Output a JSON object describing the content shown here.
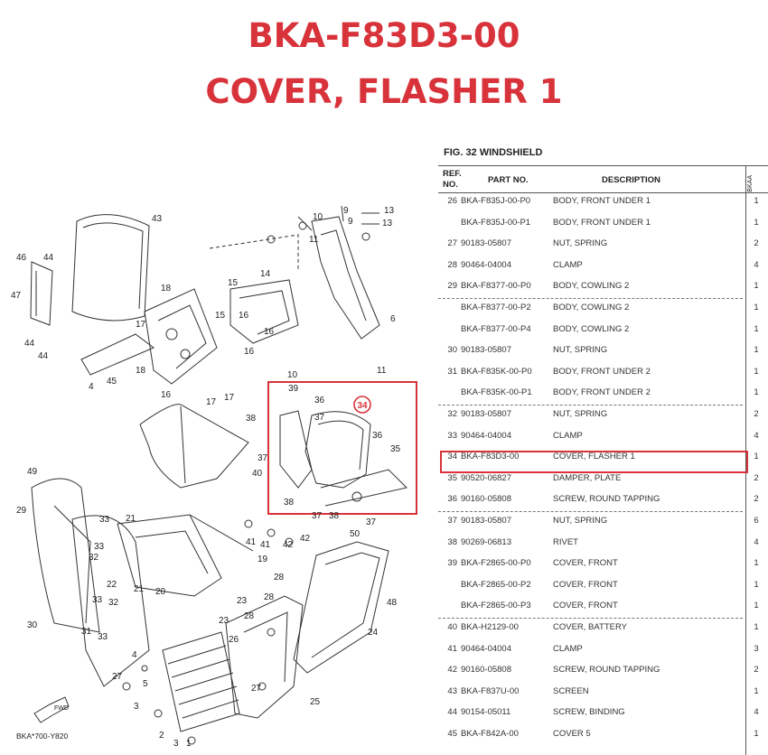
{
  "header": {
    "part_number": "BKA-F83D3-00",
    "part_name": "COVER, FLASHER 1"
  },
  "figure": {
    "caption": "FIG. 32  WINDSHIELD",
    "diagram_code": "BKA*700-Y820",
    "fwd_label": "FWD",
    "callout": "34"
  },
  "table": {
    "col_ref": "REF.",
    "col_ref2": "NO.",
    "col_part": "PART NO.",
    "col_desc": "DESCRIPTION",
    "col_qty": "BKAA",
    "rows": [
      {
        "ref": "26",
        "pn": "BKA-F835J-00-P0",
        "desc": "BODY, FRONT UNDER 1",
        "qty": "1"
      },
      {
        "ref": "",
        "pn": "BKA-F835J-00-P1",
        "desc": "BODY, FRONT UNDER 1",
        "qty": "1"
      },
      {
        "ref": "27",
        "pn": "90183-05807",
        "desc": "NUT, SPRING",
        "qty": "2"
      },
      {
        "ref": "28",
        "pn": "90464-04004",
        "desc": "CLAMP",
        "qty": "4"
      },
      {
        "ref": "29",
        "pn": "BKA-F8377-00-P0",
        "desc": "BODY, COWLING 2",
        "qty": "1"
      },
      {
        "ref": "",
        "pn": "BKA-F8377-00-P2",
        "desc": "BODY, COWLING 2",
        "qty": "1"
      },
      {
        "ref": "",
        "pn": "BKA-F8377-00-P4",
        "desc": "BODY, COWLING 2",
        "qty": "1"
      },
      {
        "ref": "30",
        "pn": "90183-05807",
        "desc": "NUT, SPRING",
        "qty": "1"
      },
      {
        "ref": "31",
        "pn": "BKA-F835K-00-P0",
        "desc": "BODY, FRONT UNDER 2",
        "qty": "1"
      },
      {
        "ref": "",
        "pn": "BKA-F835K-00-P1",
        "desc": "BODY, FRONT UNDER 2",
        "qty": "1"
      },
      {
        "ref": "32",
        "pn": "90183-05807",
        "desc": "NUT, SPRING",
        "qty": "2"
      },
      {
        "ref": "33",
        "pn": "90464-04004",
        "desc": "CLAMP",
        "qty": "4"
      },
      {
        "ref": "34",
        "pn": "BKA-F83D3-00",
        "desc": "COVER, FLASHER 1",
        "qty": "1"
      },
      {
        "ref": "35",
        "pn": "90520-06827",
        "desc": "DAMPER, PLATE",
        "qty": "2"
      },
      {
        "ref": "36",
        "pn": "90160-05808",
        "desc": "SCREW, ROUND TAPPING",
        "qty": "2"
      },
      {
        "ref": "37",
        "pn": "90183-05807",
        "desc": "NUT, SPRING",
        "qty": "6"
      },
      {
        "ref": "38",
        "pn": "90269-06813",
        "desc": "RIVET",
        "qty": "4"
      },
      {
        "ref": "39",
        "pn": "BKA-F2865-00-P0",
        "desc": "COVER, FRONT",
        "qty": "1"
      },
      {
        "ref": "",
        "pn": "BKA-F2865-00-P2",
        "desc": "COVER, FRONT",
        "qty": "1"
      },
      {
        "ref": "",
        "pn": "BKA-F2865-00-P3",
        "desc": "COVER, FRONT",
        "qty": "1"
      },
      {
        "ref": "40",
        "pn": "BKA-H2129-00",
        "desc": "COVER, BATTERY",
        "qty": "1"
      },
      {
        "ref": "41",
        "pn": "90464-04004",
        "desc": "CLAMP",
        "qty": "3"
      },
      {
        "ref": "42",
        "pn": "90160-05808",
        "desc": "SCREW, ROUND TAPPING",
        "qty": "2"
      },
      {
        "ref": "43",
        "pn": "BKA-F837U-00",
        "desc": "SCREEN",
        "qty": "1"
      },
      {
        "ref": "44",
        "pn": "90154-05011",
        "desc": "SCREW, BINDING",
        "qty": "4"
      },
      {
        "ref": "45",
        "pn": "BKA-F842A-00",
        "desc": "COVER 5",
        "qty": "1"
      }
    ]
  },
  "diagram_labels": [
    {
      "t": "43"
    },
    {
      "t": "46"
    },
    {
      "t": "44"
    },
    {
      "t": "47"
    },
    {
      "t": "44"
    },
    {
      "t": "44"
    },
    {
      "t": "18"
    },
    {
      "t": "17"
    },
    {
      "t": "45"
    },
    {
      "t": "4"
    },
    {
      "t": "14"
    },
    {
      "t": "15"
    },
    {
      "t": "15"
    },
    {
      "t": "16"
    },
    {
      "t": "16"
    },
    {
      "t": "18"
    },
    {
      "t": "16"
    },
    {
      "t": "17"
    },
    {
      "t": "17"
    },
    {
      "t": "16"
    },
    {
      "t": "13"
    },
    {
      "t": "13"
    },
    {
      "t": "9"
    },
    {
      "t": "9"
    },
    {
      "t": "10"
    },
    {
      "t": "11"
    },
    {
      "t": "6"
    },
    {
      "t": "11"
    },
    {
      "t": "10"
    },
    {
      "t": "39"
    },
    {
      "t": "38"
    },
    {
      "t": "36"
    },
    {
      "t": "37"
    },
    {
      "t": "36"
    },
    {
      "t": "35"
    },
    {
      "t": "37"
    },
    {
      "t": "40"
    },
    {
      "t": "38"
    },
    {
      "t": "37"
    },
    {
      "t": "38"
    },
    {
      "t": "49"
    },
    {
      "t": "29"
    },
    {
      "t": "33"
    },
    {
      "t": "21"
    },
    {
      "t": "33"
    },
    {
      "t": "32"
    },
    {
      "t": "22"
    },
    {
      "t": "21"
    },
    {
      "t": "20"
    },
    {
      "t": "33"
    },
    {
      "t": "32"
    },
    {
      "t": "30"
    },
    {
      "t": "31"
    },
    {
      "t": "33"
    },
    {
      "t": "41"
    },
    {
      "t": "41"
    },
    {
      "t": "42"
    },
    {
      "t": "42"
    },
    {
      "t": "19"
    },
    {
      "t": "23"
    },
    {
      "t": "28"
    },
    {
      "t": "28"
    },
    {
      "t": "28"
    },
    {
      "t": "24"
    },
    {
      "t": "26"
    },
    {
      "t": "25"
    },
    {
      "t": "50"
    },
    {
      "t": "48"
    },
    {
      "t": "37"
    },
    {
      "t": "3"
    },
    {
      "t": "5"
    },
    {
      "t": "2"
    },
    {
      "t": "1"
    },
    {
      "t": "3"
    },
    {
      "t": "4"
    },
    {
      "t": "27"
    },
    {
      "t": "27"
    },
    {
      "t": "23"
    }
  ]
}
